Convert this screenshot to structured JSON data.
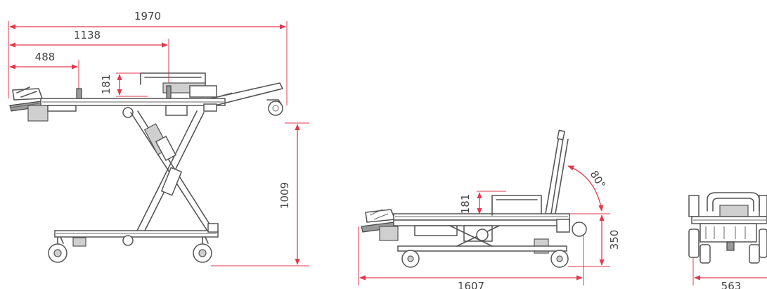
{
  "dimensions": {
    "view1": {
      "overall_length": "1970",
      "length_2": "1138",
      "length_3": "488",
      "armrest_height": "181",
      "total_height": "1009"
    },
    "view2": {
      "armrest_height": "181",
      "backrest_angle": "80°",
      "height": "350",
      "length": "1607"
    },
    "view3": {
      "width": "563"
    }
  },
  "colors": {
    "dimension_lines": "#e03a4e",
    "drawing_lines": "#555555"
  }
}
